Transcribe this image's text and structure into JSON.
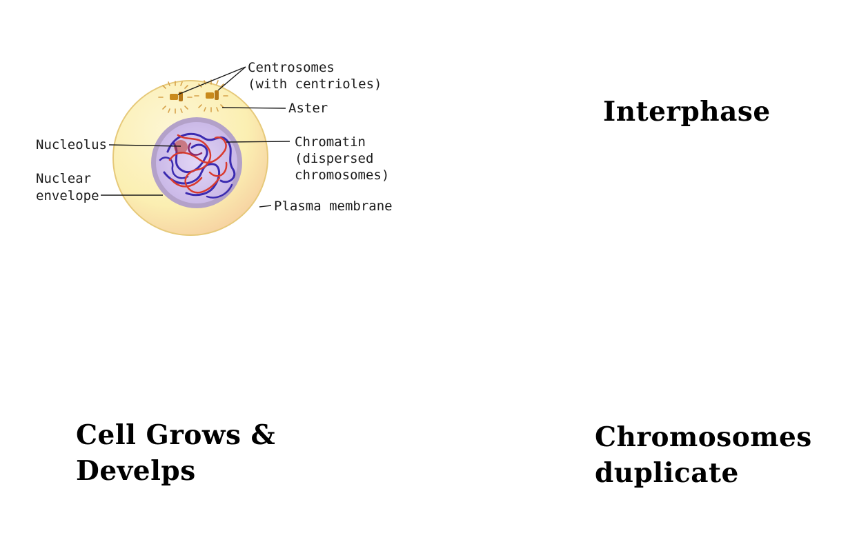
{
  "diagram": {
    "labels": {
      "centrosomes": "Centrosomes",
      "centrosomes_sub": "(with centrioles)",
      "aster": "Aster",
      "nucleolus": "Nucleolus",
      "chromatin": "Chromatin",
      "chromatin_sub1": "(dispersed",
      "chromatin_sub2": "chromosomes)",
      "nuclear1": "Nuclear",
      "nuclear2": "envelope",
      "plasma_membrane": "Plasma membrane"
    },
    "colors": {
      "cytoplasm": "#fbefb2",
      "cell_edge": "#e6c97a",
      "nuclear_envelope": "#b3a1c9",
      "nucleus": "#d6c6ee",
      "chromatin_blue": "#3b2bb0",
      "chromatin_red": "#d93a2e",
      "centriole": "#c98a1c"
    }
  },
  "headings": {
    "interphase": "Interphase",
    "grow_line1": "Cell Grows &",
    "grow_line2": "Develps",
    "dup_line1": "Chromosomes",
    "dup_line2": "duplicate"
  }
}
